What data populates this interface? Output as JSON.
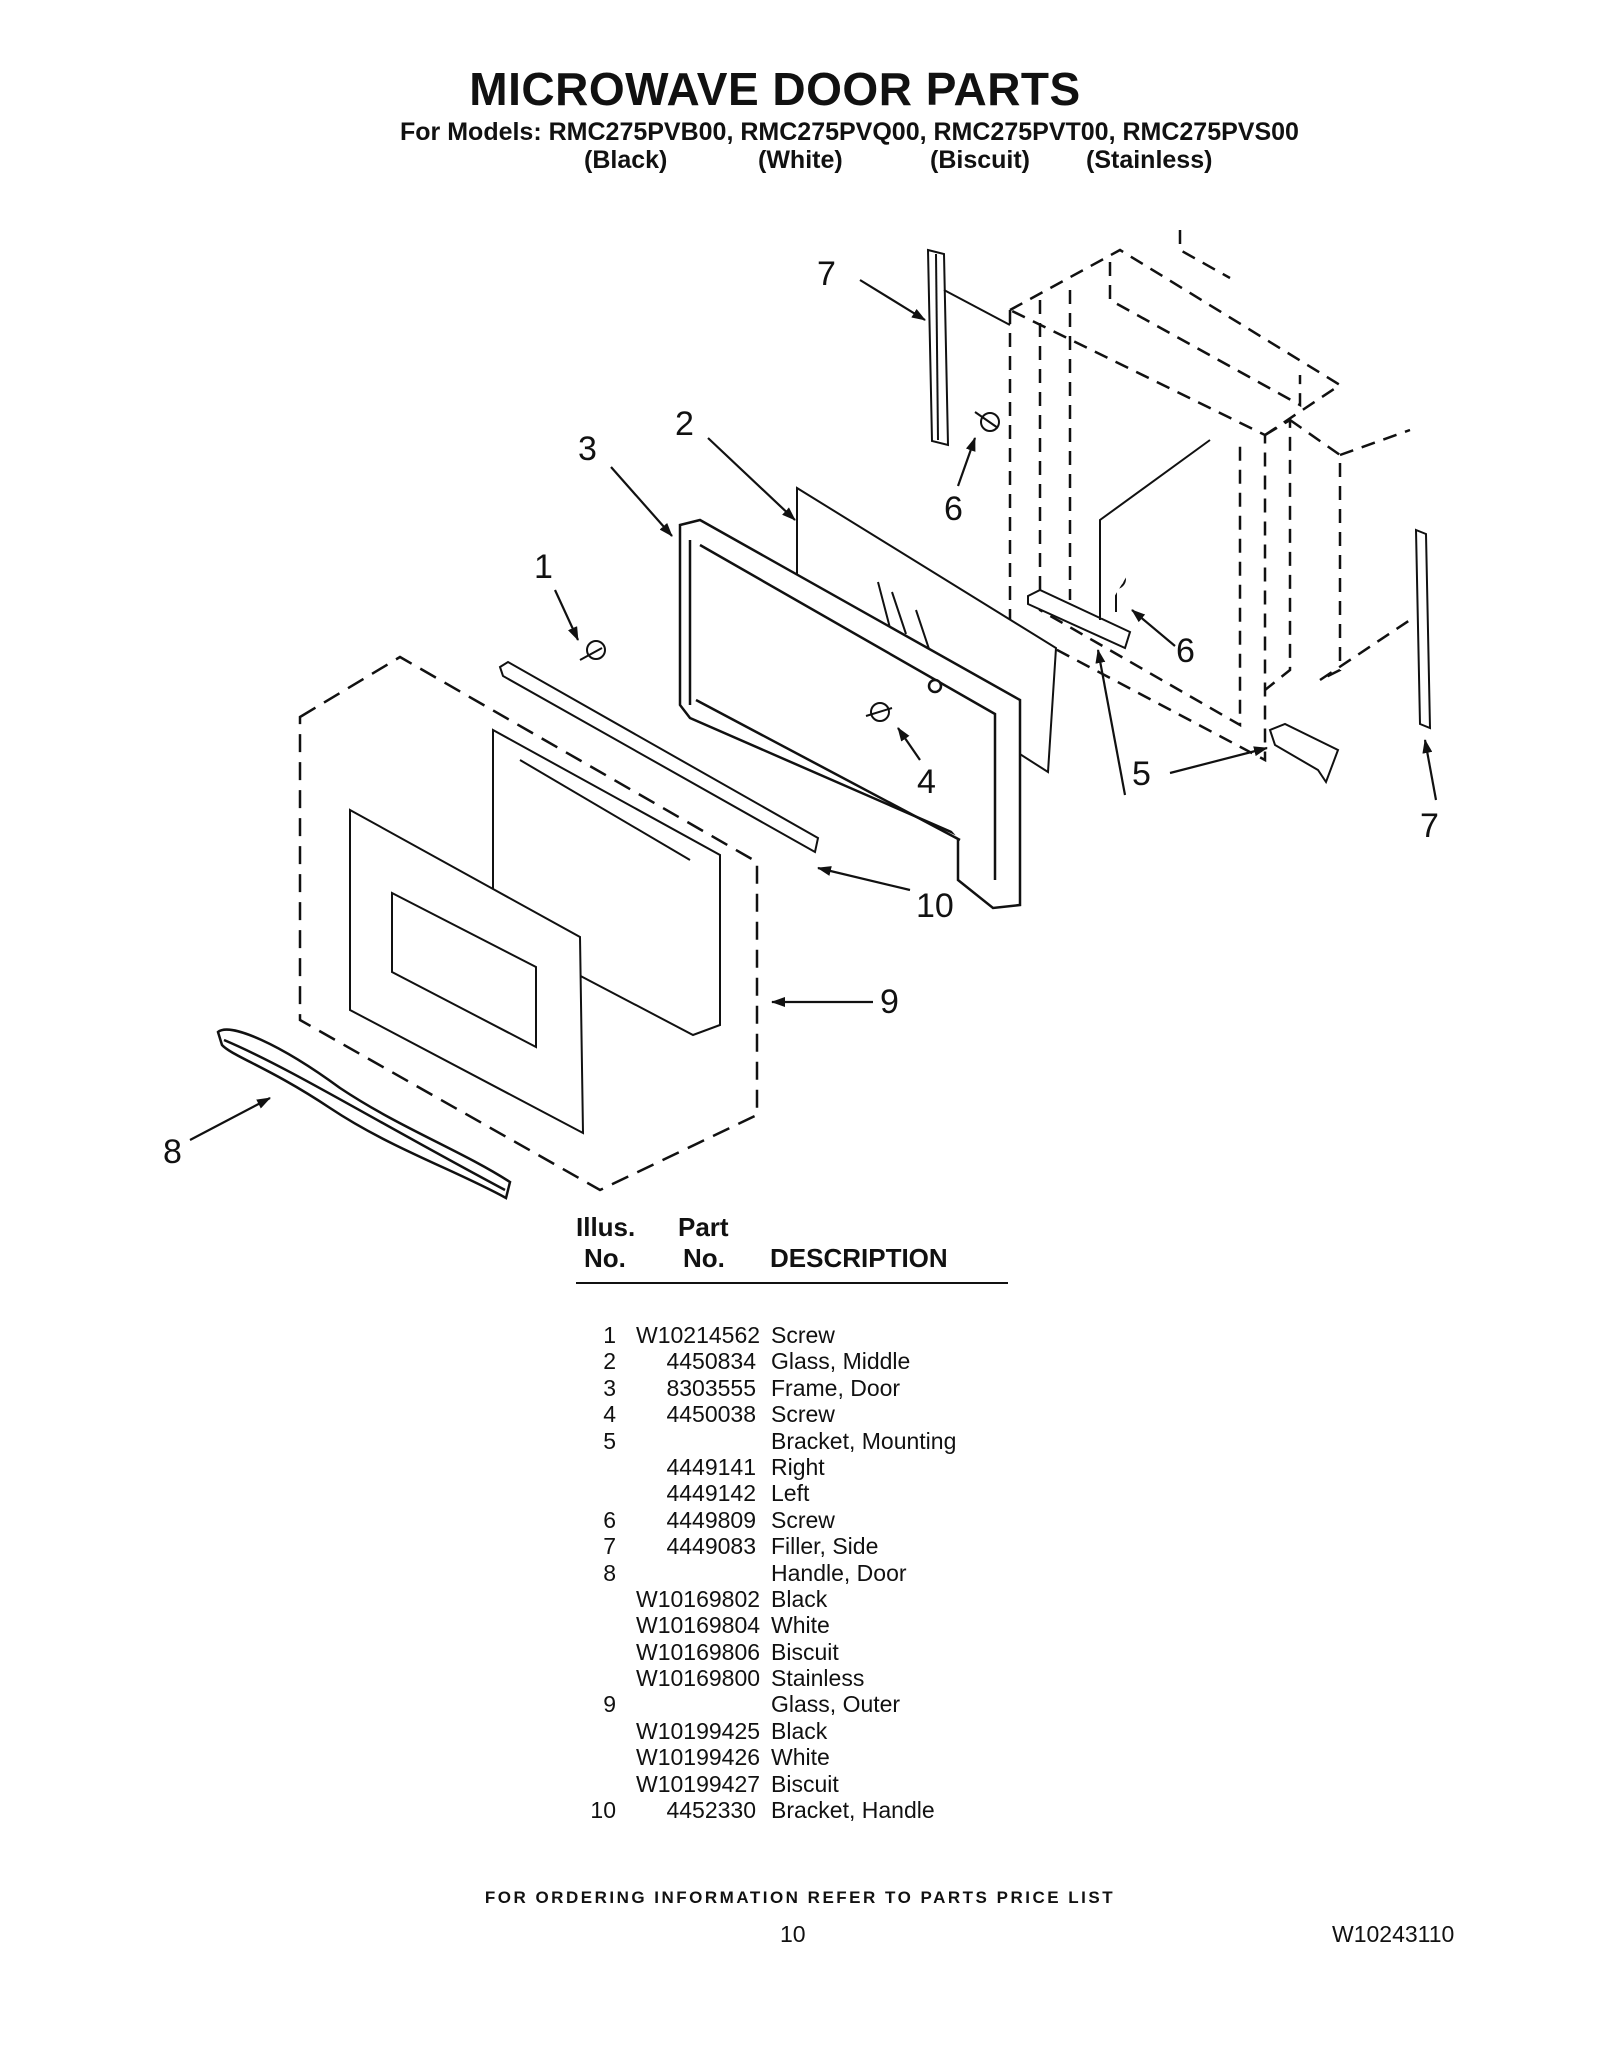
{
  "header": {
    "title": "MICROWAVE DOOR PARTS",
    "models_line": "For Models: RMC275PVB00, RMC275PVQ00, RMC275PVT00, RMC275PVS00",
    "colors": [
      "(Black)",
      "(White)",
      "(Biscuit)",
      "(Stainless)"
    ]
  },
  "diagram": {
    "callouts": [
      "7",
      "2",
      "3",
      "6",
      "1",
      "6",
      "4",
      "5",
      "7",
      "10",
      "9",
      "8"
    ]
  },
  "table": {
    "headers": {
      "illus_top": "Illus.",
      "illus_bottom": "No.",
      "part_top": "Part",
      "part_bottom": "No.",
      "description": "DESCRIPTION"
    },
    "rows": [
      {
        "illus": "1",
        "part": "W10214562",
        "desc": "Screw"
      },
      {
        "illus": "2",
        "part": "4450834",
        "desc": "Glass, Middle"
      },
      {
        "illus": "3",
        "part": "8303555",
        "desc": "Frame, Door"
      },
      {
        "illus": "4",
        "part": "4450038",
        "desc": "Screw"
      },
      {
        "illus": "5",
        "part": "",
        "desc": "Bracket, Mounting"
      },
      {
        "illus": "",
        "part": "4449141",
        "desc": "Right"
      },
      {
        "illus": "",
        "part": "4449142",
        "desc": "Left"
      },
      {
        "illus": "6",
        "part": "4449809",
        "desc": "Screw"
      },
      {
        "illus": "7",
        "part": "4449083",
        "desc": "Filler, Side"
      },
      {
        "illus": "8",
        "part": "",
        "desc": "Handle, Door"
      },
      {
        "illus": "",
        "part": "W10169802",
        "desc": "Black"
      },
      {
        "illus": "",
        "part": "W10169804",
        "desc": "White"
      },
      {
        "illus": "",
        "part": "W10169806",
        "desc": "Biscuit"
      },
      {
        "illus": "",
        "part": "W10169800",
        "desc": "Stainless"
      },
      {
        "illus": "9",
        "part": "",
        "desc": "Glass, Outer"
      },
      {
        "illus": "",
        "part": "W10199425",
        "desc": "Black"
      },
      {
        "illus": "",
        "part": "W10199426",
        "desc": "White"
      },
      {
        "illus": "",
        "part": "W10199427",
        "desc": "Biscuit"
      },
      {
        "illus": "10",
        "part": "4452330",
        "desc": "Bracket, Handle"
      }
    ]
  },
  "footer": {
    "note": "FOR ORDERING INFORMATION REFER TO PARTS PRICE LIST",
    "page_number": "10",
    "doc_number": "W10243110"
  }
}
